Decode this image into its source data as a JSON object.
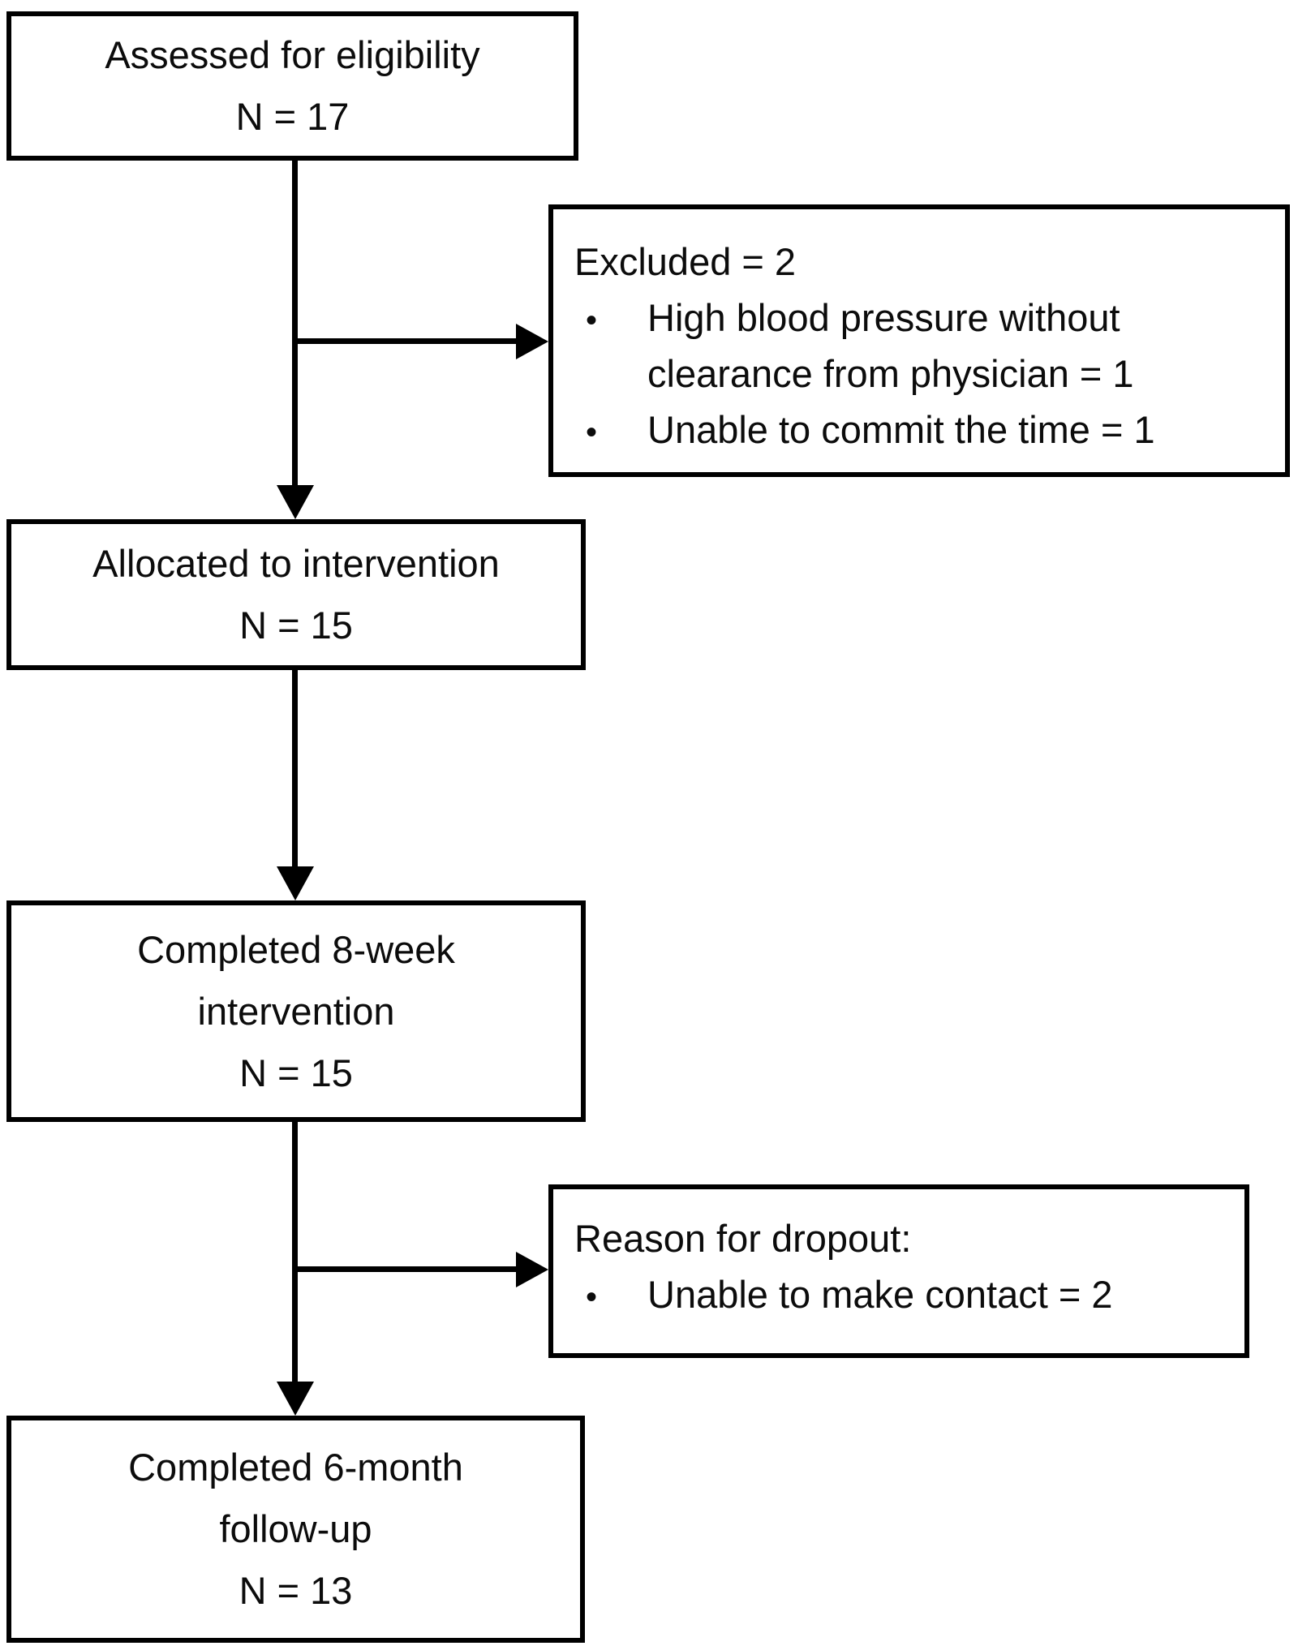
{
  "diagram_type": "participant-flow-chart",
  "colors": {
    "line": "#000000",
    "box_border": "#000000",
    "background": "#ffffff",
    "text": "#0c0c0c"
  },
  "boxes": {
    "assessed": {
      "lines": [
        "Assessed for eligibility",
        "N = 17"
      ]
    },
    "excluded": {
      "title": "Excluded = 2",
      "bullets": [
        "High blood pressure without clearance from physician = 1",
        "Unable to commit the time = 1"
      ]
    },
    "allocated": {
      "lines": [
        "Allocated to intervention",
        "N = 15"
      ]
    },
    "completed_intervention": {
      "lines": [
        "Completed 8-week",
        "intervention",
        "N = 15"
      ]
    },
    "dropout": {
      "title": "Reason for dropout:",
      "bullets": [
        "Unable to make contact = 2"
      ]
    },
    "followup": {
      "lines": [
        "Completed 6-month",
        "follow-up",
        "N = 13"
      ]
    }
  }
}
